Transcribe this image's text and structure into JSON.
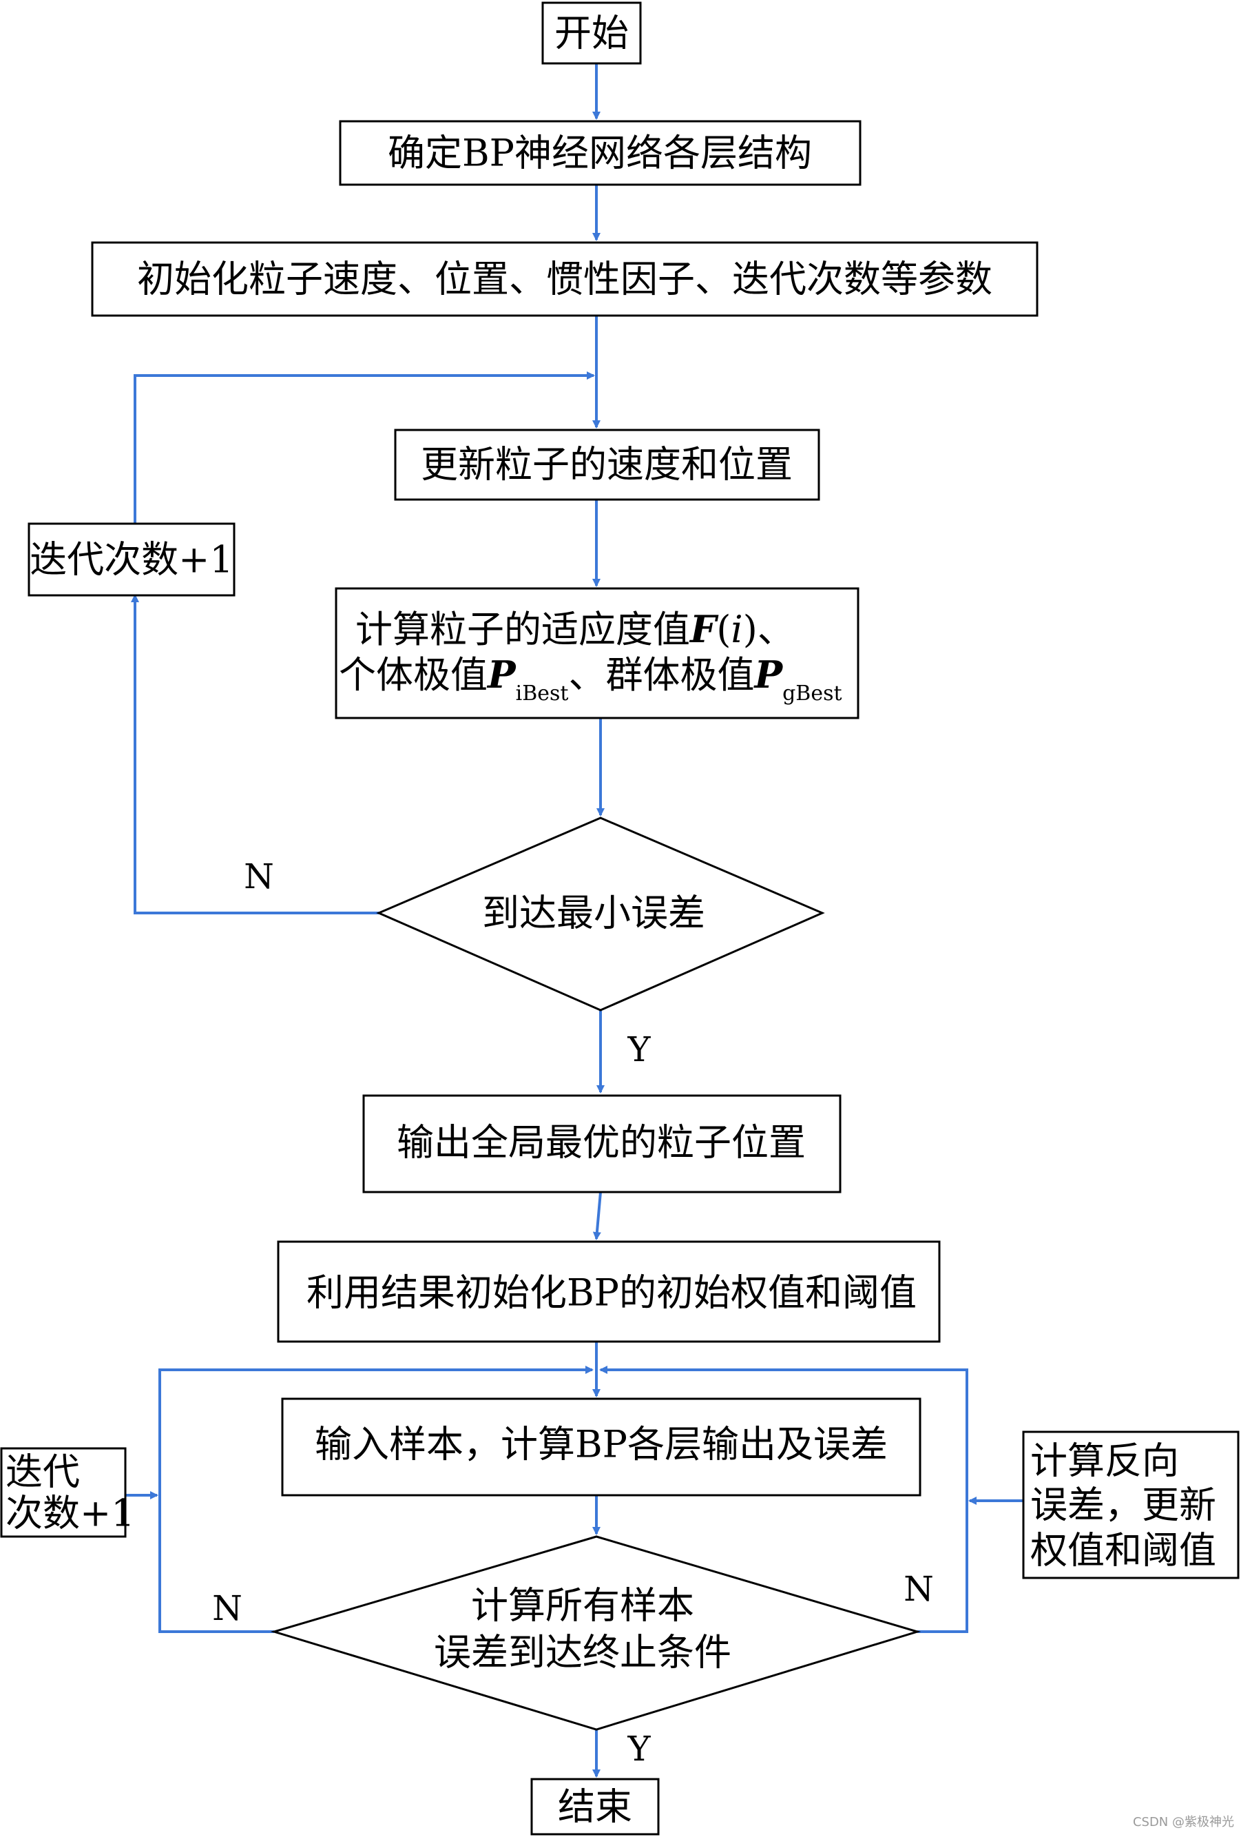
{
  "nodes": {
    "start": "开始",
    "layers": "确定BP神经网络各层结构",
    "init_params": "初始化粒子速度、位置、惯性因子、迭代次数等参数",
    "update": "更新粒子的速度和位置",
    "fitness": {
      "line1_text": "计算粒子的适应度值",
      "line1_F": "F",
      "line1_paren_open": "(",
      "line1_i": "i",
      "line1_paren_close": ")、",
      "line2_text": "个体极值",
      "line2_P1": "P",
      "line2_sub1": "iBest",
      "line2_mid": "、群体极值",
      "line2_P2": "P",
      "line2_sub2": "gBest"
    },
    "iter1": "迭代次数+1",
    "min_error": "到达最小误差",
    "output_best": "输出全局最优的粒子位置",
    "init_bp": "利用结果初始化BP的初始权值和阈值",
    "input_samples": "输入样本，计算BP各层输出及误差",
    "iter2_line1": "迭代",
    "iter2_line2": "次数+1",
    "backprop_line1": "计算反向",
    "backprop_line2": "误差，更新",
    "backprop_line3": "权值和阈值",
    "condition_line1": "计算所有样本",
    "condition_line2": "误差到达终止条件",
    "end": "结束"
  },
  "edge_labels": {
    "n1": "N",
    "y1": "Y",
    "n_left": "N",
    "n_right": "N",
    "y2": "Y"
  },
  "watermark": "CSDN @紫极神光",
  "colors": {
    "flow": "#3c78d8",
    "border": "#000000"
  }
}
